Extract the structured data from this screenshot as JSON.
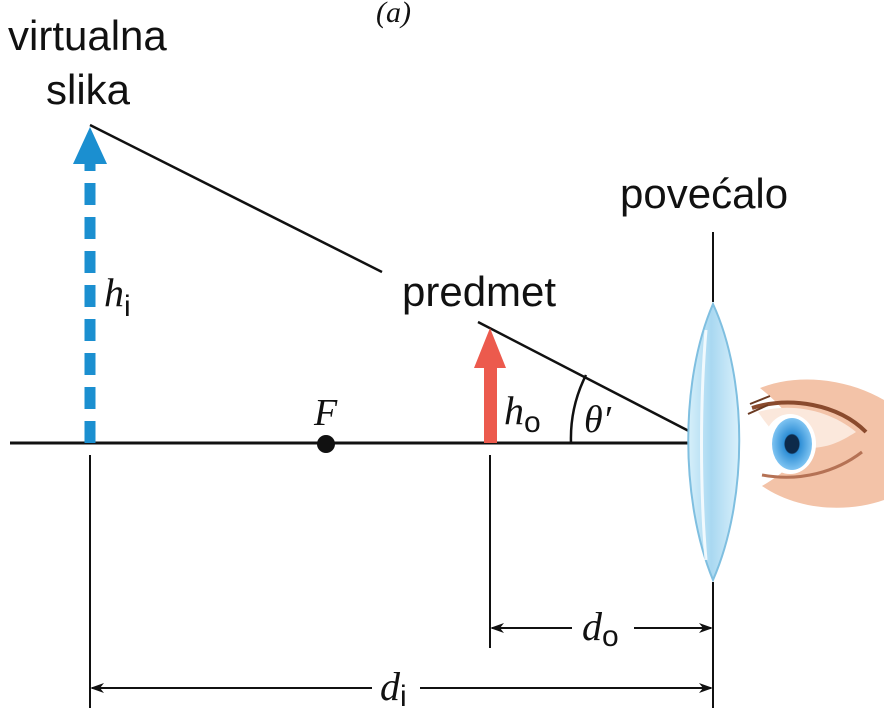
{
  "caption": "(a)",
  "labels": {
    "virtual_image_line1": "virtualna",
    "virtual_image_line2": "slika",
    "lens": "povećalo",
    "object": "predmet",
    "focal_point": "F",
    "image_height": {
      "symbol": "h",
      "subscript": "i"
    },
    "object_height": {
      "symbol": "h",
      "subscript": "o"
    },
    "angle": "θ′",
    "object_distance": {
      "symbol": "d",
      "subscript": "o"
    },
    "image_distance": {
      "symbol": "d",
      "subscript": "i"
    }
  },
  "colors": {
    "image_arrow": "#1b8fd0",
    "object_arrow": "#ec5a4d",
    "lens_fill": "#bfe3f5",
    "lens_edge": "#7fbfe0",
    "lines": "#111111",
    "skin": "#f3c3a8",
    "iris": "#2f8fd6"
  }
}
